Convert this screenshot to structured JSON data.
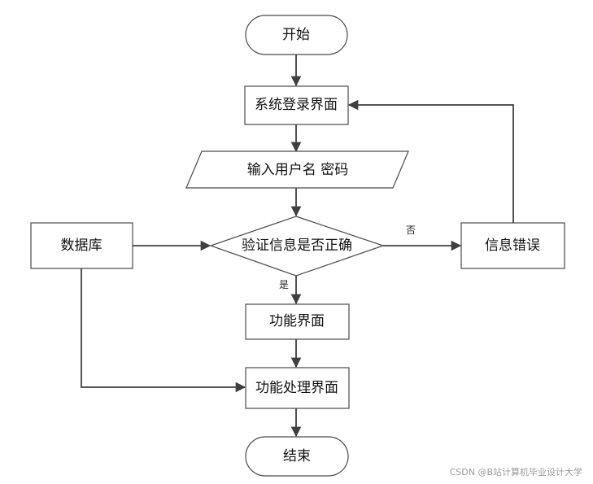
{
  "nodes": {
    "start": "开始",
    "login": "系统登录界面",
    "input": "输入用户名 密码",
    "database": "数据库",
    "verify": "验证信息是否正确",
    "error": "信息错误",
    "function": "功能界面",
    "process": "功能处理界面",
    "end": "结束"
  },
  "edges": {
    "yes": "是",
    "no": "否"
  },
  "watermark": "CSDN @B站计算机毕业设计大学",
  "colors": {
    "stroke": "#4a4a4a",
    "arrow": "#3f3f3f",
    "background": "#ffffff"
  }
}
